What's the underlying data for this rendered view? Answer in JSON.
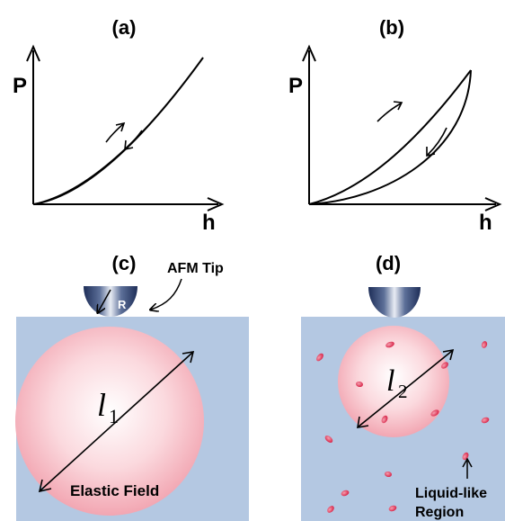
{
  "panels": {
    "a": {
      "label": "(a)",
      "y_axis": "P",
      "x_axis": "h"
    },
    "b": {
      "label": "(b)",
      "y_axis": "P",
      "x_axis": "h"
    },
    "c": {
      "label": "(c)",
      "tip_label": "AFM Tip",
      "radius_label": "R",
      "length_symbol": "l",
      "length_subscript": "1",
      "field_label": "Elastic Field"
    },
    "d": {
      "label": "(d)",
      "length_symbol": "l",
      "length_subscript": "2",
      "region_label_line1": "Liquid-like",
      "region_label_line2": "Region"
    }
  },
  "colors": {
    "substrate": "#b4c8e2",
    "elastic_field_center": "#ffffff",
    "elastic_field_edge": "#f2a6b2",
    "liquid_particles": "#d8264a",
    "tip_dark": "#1e2e58",
    "tip_light": "#e8ecf4"
  }
}
